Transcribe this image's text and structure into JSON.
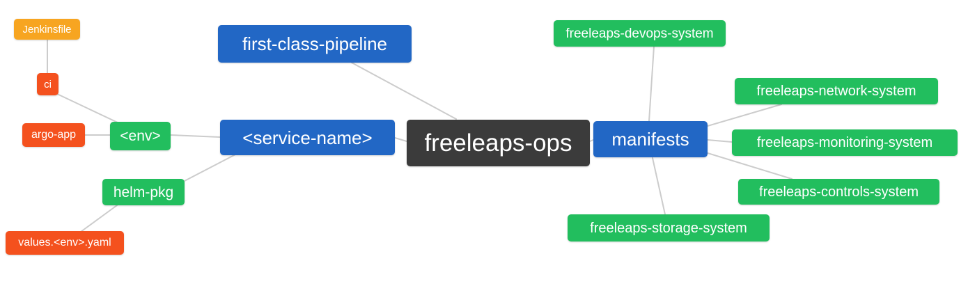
{
  "palette": {
    "root_bg": "#3b3b3b",
    "branch_bg": "#2267c5",
    "leaf_bg": "#22be5e",
    "alert_bg": "#f4511e",
    "file_bg": "#f7a521",
    "edge": "#cccccc",
    "text": "#ffffff",
    "canvas_bg": "#ffffff"
  },
  "nodes": {
    "root": {
      "label": "freeleaps-ops",
      "color": "#3b3b3b"
    },
    "first_class_pipeline": {
      "label": "first-class-pipeline",
      "color": "#2267c5"
    },
    "service_name": {
      "label": "<service-name>",
      "color": "#2267c5"
    },
    "manifests": {
      "label": "manifests",
      "color": "#2267c5"
    },
    "env": {
      "label": "<env>",
      "color": "#22be5e"
    },
    "helm_pkg": {
      "label": "helm-pkg",
      "color": "#22be5e"
    },
    "ci": {
      "label": "ci",
      "color": "#f4511e"
    },
    "argo_app": {
      "label": "argo-app",
      "color": "#f4511e"
    },
    "jenkinsfile": {
      "label": "Jenkinsfile",
      "color": "#f7a521"
    },
    "values_env_yaml": {
      "label": "values.<env>.yaml",
      "color": "#f4511e"
    },
    "devops_system": {
      "label": "freeleaps-devops-system",
      "color": "#22be5e"
    },
    "network_system": {
      "label": "freeleaps-network-system",
      "color": "#22be5e"
    },
    "monitoring_system": {
      "label": "freeleaps-monitoring-system",
      "color": "#22be5e"
    },
    "controls_system": {
      "label": "freeleaps-controls-system",
      "color": "#22be5e"
    },
    "storage_system": {
      "label": "freeleaps-storage-system",
      "color": "#22be5e"
    }
  },
  "edges": [
    {
      "from": "jenkinsfile",
      "to": "ci"
    },
    {
      "from": "ci",
      "to": "env"
    },
    {
      "from": "argo_app",
      "to": "env"
    },
    {
      "from": "env",
      "to": "service_name"
    },
    {
      "from": "service_name",
      "to": "helm_pkg"
    },
    {
      "from": "helm_pkg",
      "to": "values_env_yaml"
    },
    {
      "from": "first_class_pipeline",
      "to": "root"
    },
    {
      "from": "service_name",
      "to": "root"
    },
    {
      "from": "root",
      "to": "manifests"
    },
    {
      "from": "manifests",
      "to": "devops_system"
    },
    {
      "from": "manifests",
      "to": "network_system"
    },
    {
      "from": "manifests",
      "to": "monitoring_system"
    },
    {
      "from": "manifests",
      "to": "controls_system"
    },
    {
      "from": "manifests",
      "to": "storage_system"
    }
  ]
}
